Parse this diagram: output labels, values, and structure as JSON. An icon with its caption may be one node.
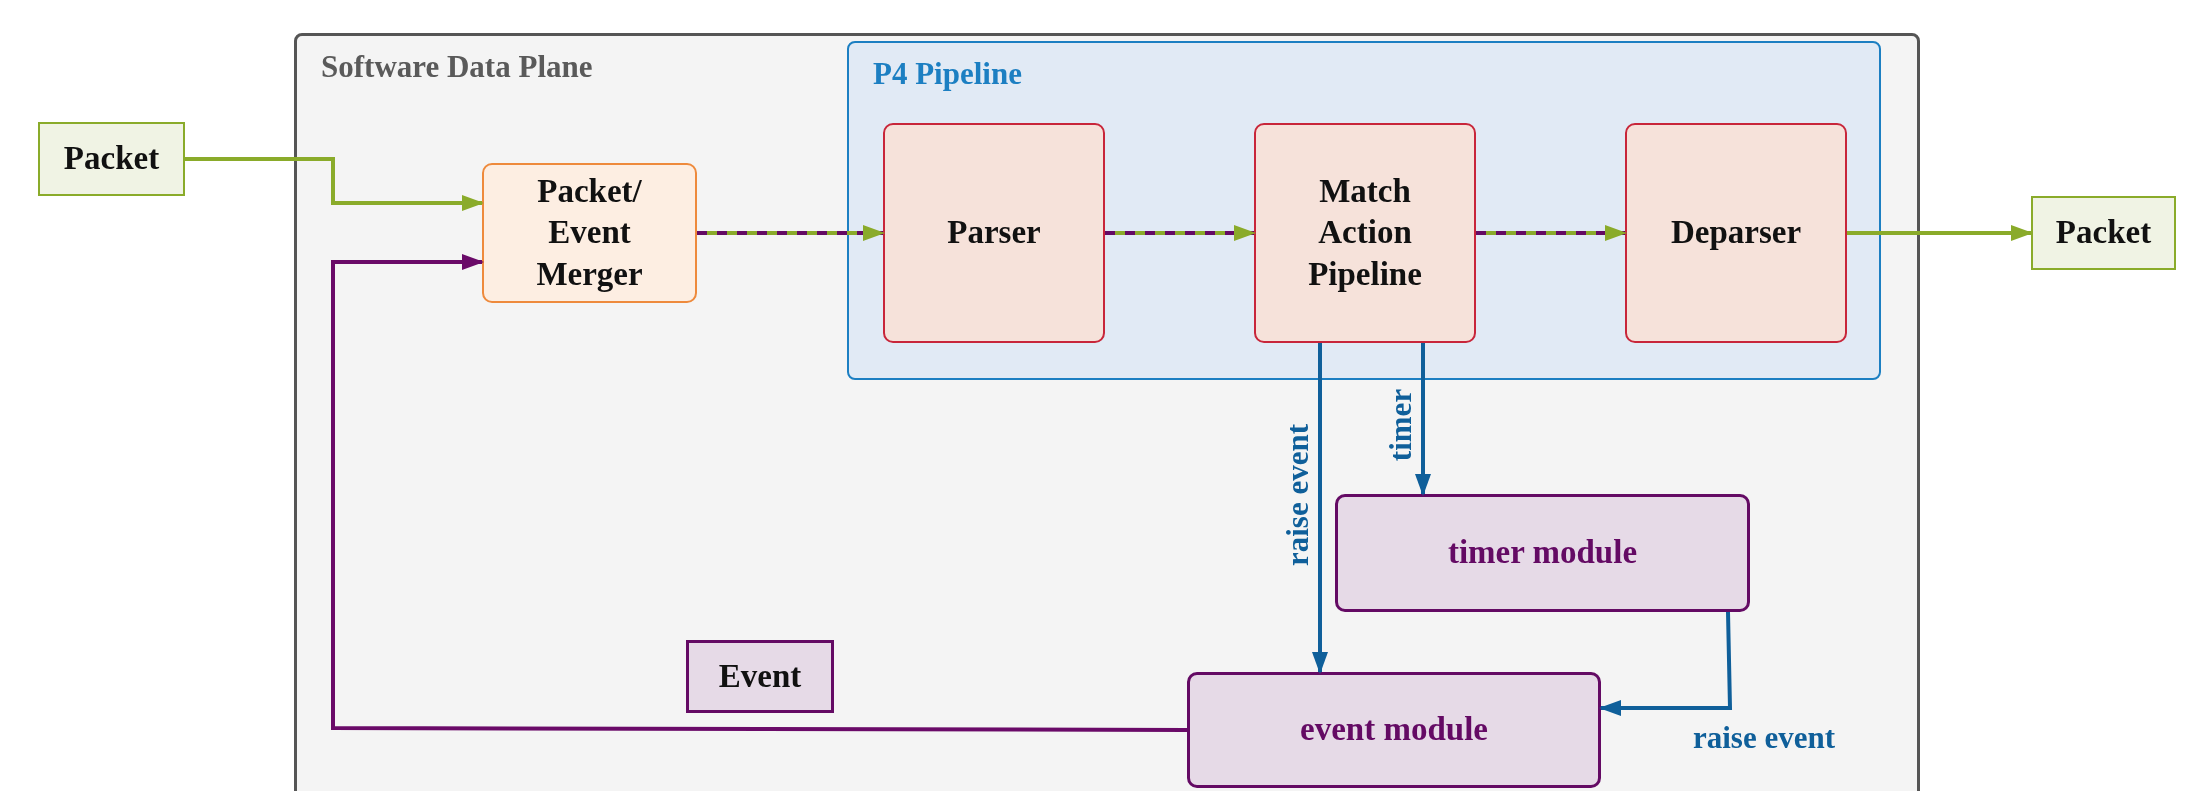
{
  "diagram": {
    "nodes": [
      {
        "text": [
          "Packet"
        ]
      },
      {
        "text": [
          "Software Data Plane"
        ]
      },
      {
        "text": [
          "Packet/ Event Merger"
        ],
        "in": 1
      },
      {
        "text": [
          "P4 Pipeline"
        ],
        "in": 1
      },
      {
        "text": [
          "Parser"
        ],
        "in": 3
      },
      {
        "text": [
          "Match Action Pipeline"
        ],
        "in": 3
      },
      {
        "text": [
          "Deparser"
        ],
        "in": 3
      },
      {
        "text": [
          "Packet"
        ]
      },
      {
        "text": [
          "timer module"
        ],
        "in": 1
      },
      {
        "text": [
          "Event"
        ],
        "in": 1
      },
      {
        "text": [
          "event module"
        ],
        "in": 1
      }
    ],
    "edges": [
      {
        "from": 0,
        "to": 2,
        "arrow": "to",
        "color": "#8aab2a"
      },
      {
        "from": 10,
        "to": 2,
        "arrow": "to",
        "color": "#6a0a68"
      },
      {
        "from": 2,
        "to": 4,
        "arrow": "to",
        "style": "dashed",
        "color": "#8aab2a"
      },
      {
        "from": 4,
        "to": 5,
        "arrow": "to",
        "style": "dashed",
        "color": "#8aab2a"
      },
      {
        "from": 5,
        "to": 6,
        "arrow": "to",
        "style": "dashed",
        "color": "#8aab2a"
      },
      {
        "from": 6,
        "to": 7,
        "arrow": "to",
        "color": "#8aab2a"
      },
      {
        "from": 5,
        "to": 10,
        "arrow": "to",
        "label": "raise event",
        "color": "#0f5f9a"
      },
      {
        "from": 5,
        "to": 8,
        "arrow": "to",
        "label": "timer",
        "color": "#0f5f9a"
      },
      {
        "from": 8,
        "to": 10,
        "arrow": "to",
        "label": "raise event",
        "color": "#0f5f9a"
      }
    ]
  }
}
